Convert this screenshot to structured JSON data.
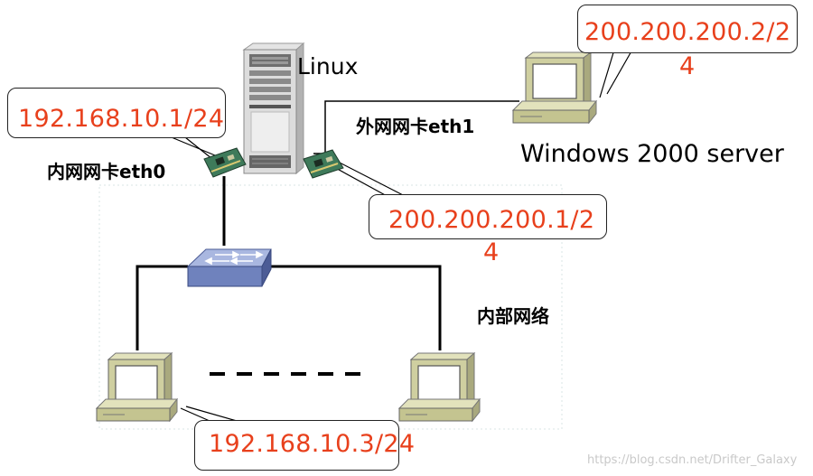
{
  "colors": {
    "ip_text": "#e8401c",
    "computer_body": "#cfcfa0",
    "switch": "#7b8cc4",
    "nic_board": "#3e7a5a"
  },
  "labels": {
    "linux": "Linux",
    "eth0": "内网网卡eth0",
    "eth1": "外网网卡eth1",
    "internal_network": "内部网络",
    "windows_server": "Windows 2000 server"
  },
  "callouts": {
    "linux_eth0_ip": {
      "line1": "192.168.10.1/24"
    },
    "linux_eth1_ip": {
      "line1": "200.200.200.1/2",
      "line2": "4"
    },
    "windows_ip": {
      "line1": "200.200.200.2/2",
      "line2": "4"
    },
    "client_ip": {
      "line1": "192.168.10.3/24"
    }
  },
  "watermark": "https://blog.csdn.net/Drifter_Galaxy"
}
